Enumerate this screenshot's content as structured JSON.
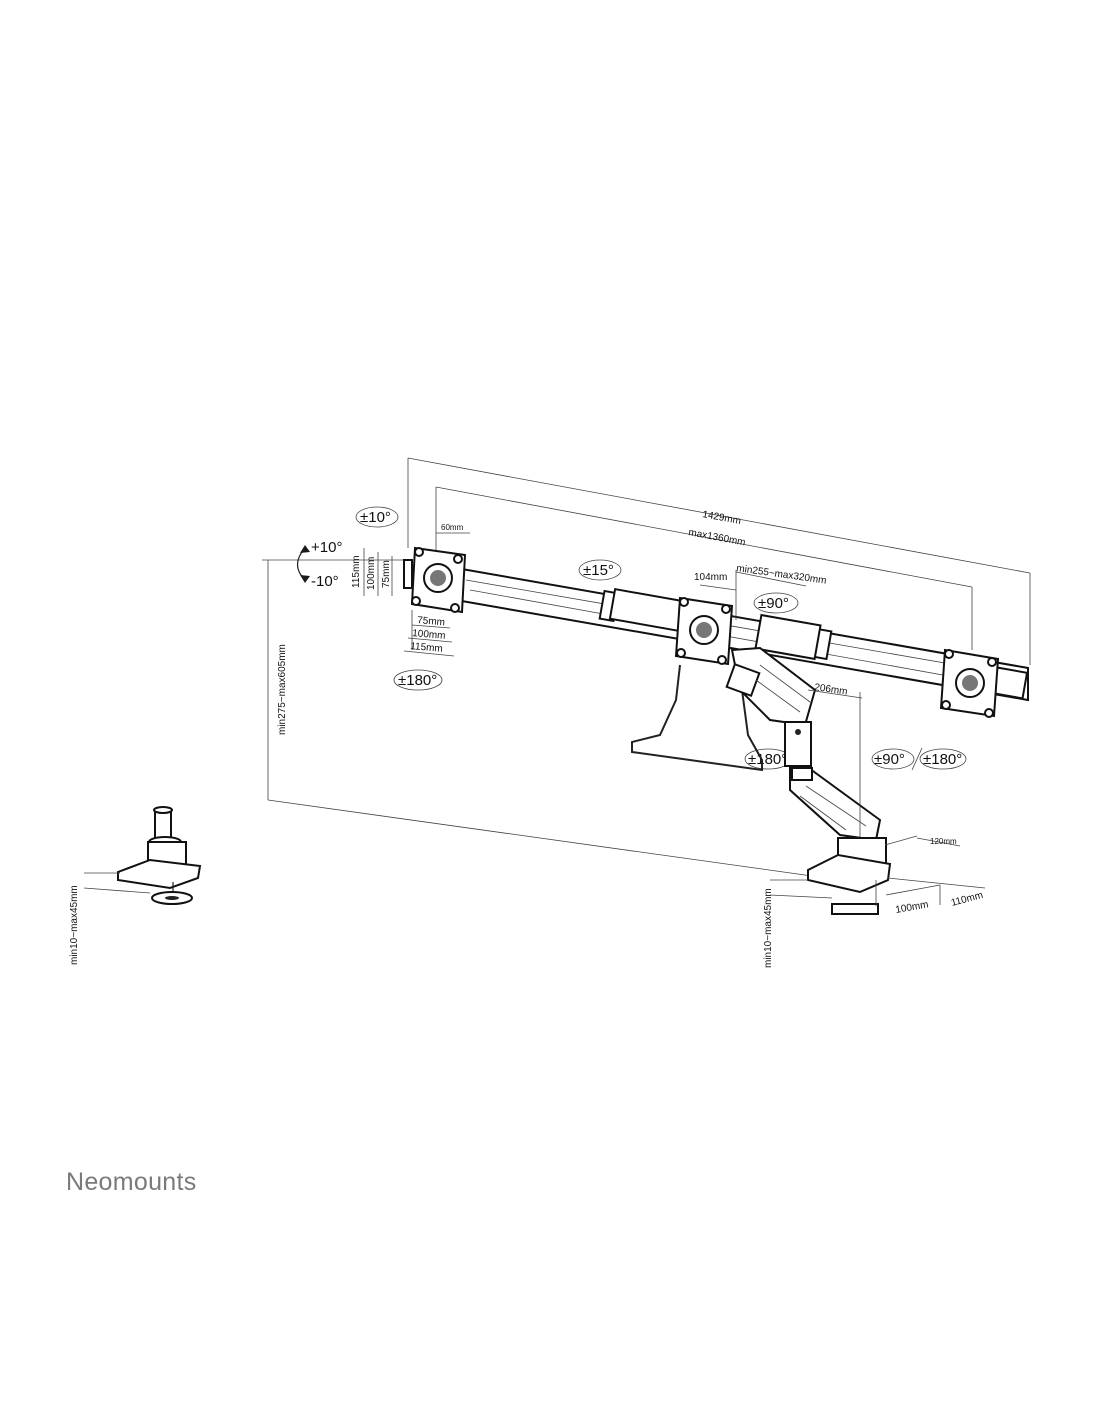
{
  "brand": "Neomounts",
  "labels": {
    "width_total": "1429mm",
    "width_max": "max1360mm",
    "offset_60": "60mm",
    "center_gap": "104mm",
    "arm_range": "min255~max320mm",
    "depth_206": "206mm",
    "height_range": "min275~max605mm",
    "desk_left": "min10~max45mm",
    "desk_right": "min10~max45mm",
    "base_120": "120mm",
    "base_100": "100mm",
    "base_110": "110mm",
    "vesa_h_75": "75mm",
    "vesa_h_100": "100mm",
    "vesa_h_115": "115mm",
    "vesa_v_75": "75mm",
    "vesa_v_100": "100mm",
    "vesa_v_115": "115mm"
  },
  "angles": {
    "tilt_badge": "±10°",
    "tilt_up": "+10°",
    "tilt_down": "-10°",
    "rotate_left": "±180°",
    "swivel_bar": "±15°",
    "swivel_center": "±90°",
    "arm_rotate": "±180°",
    "base_swivel_a": "±90°",
    "base_swivel_b": "±180°"
  }
}
